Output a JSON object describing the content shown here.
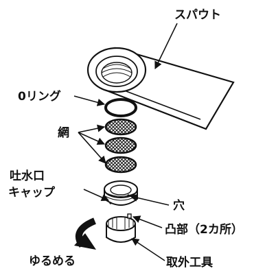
{
  "diagram": {
    "labels": {
      "spout": "スパウト",
      "o_ring": "0リング",
      "mesh": "網",
      "outlet_cap_line1": "吐水口",
      "outlet_cap_line2": "キャップ",
      "hole": "穴",
      "protrusion": "凸部（2カ所）",
      "loosen": "ゆるめる",
      "removal_tool": "取外工具"
    }
  }
}
